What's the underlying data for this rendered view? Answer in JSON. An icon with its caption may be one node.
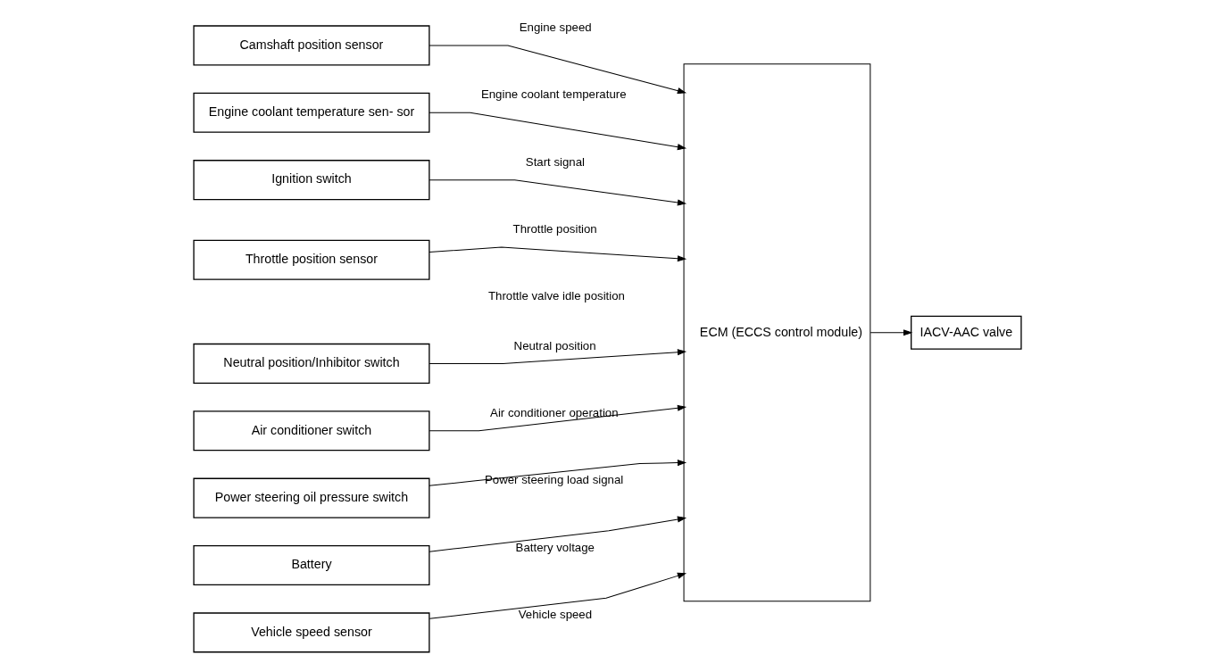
{
  "diagram": {
    "nodes": [
      {
        "text": [
          "Camshaft position sensor"
        ]
      },
      {
        "text": [
          "Engine coolant temperature sen- sor"
        ]
      },
      {
        "text": [
          "Ignition switch"
        ]
      },
      {
        "text": [
          "Throttle position sensor"
        ]
      },
      {
        "text": [
          "Neutral position/Inhibitor switch"
        ]
      },
      {
        "text": [
          "Air conditioner switch"
        ]
      },
      {
        "text": [
          "Power steering oil pressure switch"
        ]
      },
      {
        "text": [
          "Battery"
        ]
      },
      {
        "text": [
          "Vehicle speed sensor"
        ]
      },
      {
        "text": [
          "ECM (ECCS control module)"
        ]
      },
      {
        "text": [
          "IACV-AAC valve"
        ]
      }
    ],
    "edges": [
      {
        "from": 0,
        "to": 9,
        "arrow": "to",
        "label": "Engine speed"
      },
      {
        "from": 1,
        "to": 9,
        "arrow": "to",
        "label": "Engine coolant temperature"
      },
      {
        "from": 2,
        "to": 9,
        "arrow": "to",
        "label": "Start signal"
      },
      {
        "from": 3,
        "to": 9,
        "arrow": "to",
        "label": "Throttle position"
      },
      {
        "from": 4,
        "to": 9,
        "arrow": "to",
        "label": "Neutral position"
      },
      {
        "from": 5,
        "to": 9,
        "arrow": "to",
        "label": "Air conditioner operation"
      },
      {
        "from": 6,
        "to": 9,
        "arrow": "to",
        "label": "Power steering load signal"
      },
      {
        "from": 7,
        "to": 9,
        "arrow": "to",
        "label": "Battery voltage"
      },
      {
        "from": 8,
        "to": 9,
        "arrow": "to",
        "label": "Vehicle speed"
      },
      {
        "from": 9,
        "to": 10,
        "arrow": "to"
      }
    ],
    "labels": [
      "Throttle valve idle position"
    ]
  }
}
